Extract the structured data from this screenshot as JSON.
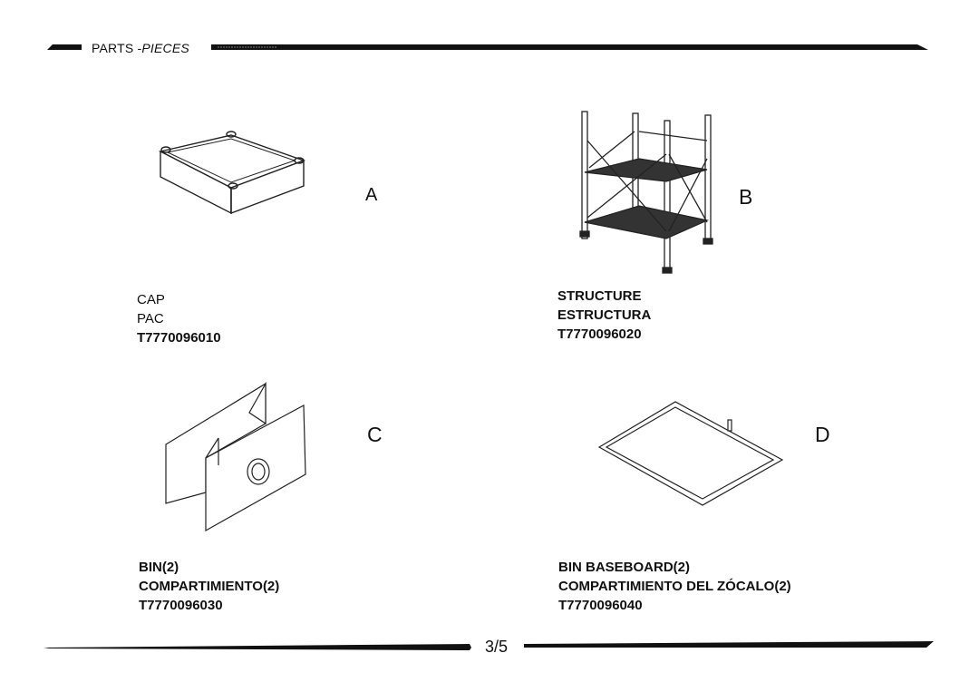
{
  "header": {
    "title_en": "PARTS -",
    "title_es": "PIECES"
  },
  "parts": [
    {
      "letter": "A",
      "name_en": "CAP",
      "name_es": "PAC",
      "code": "T7770096010",
      "icon": "tray-cap-icon"
    },
    {
      "letter": "B",
      "name_en": "STRUCTURE",
      "name_es": "ESTRUCTURA",
      "code": "T7770096020",
      "icon": "shelf-frame-icon"
    },
    {
      "letter": "C",
      "name_en": "BIN(2)",
      "name_es": "COMPARTIMIENTO(2)",
      "code": "T7770096030",
      "icon": "folded-bin-icon"
    },
    {
      "letter": "D",
      "name_en": "BIN BASEBOARD(2)",
      "name_es": "COMPARTIMIENTO DEL ZÓCALO(2)",
      "code": "T7770096040",
      "icon": "baseboard-icon"
    }
  ],
  "footer": {
    "page": "3/5"
  }
}
